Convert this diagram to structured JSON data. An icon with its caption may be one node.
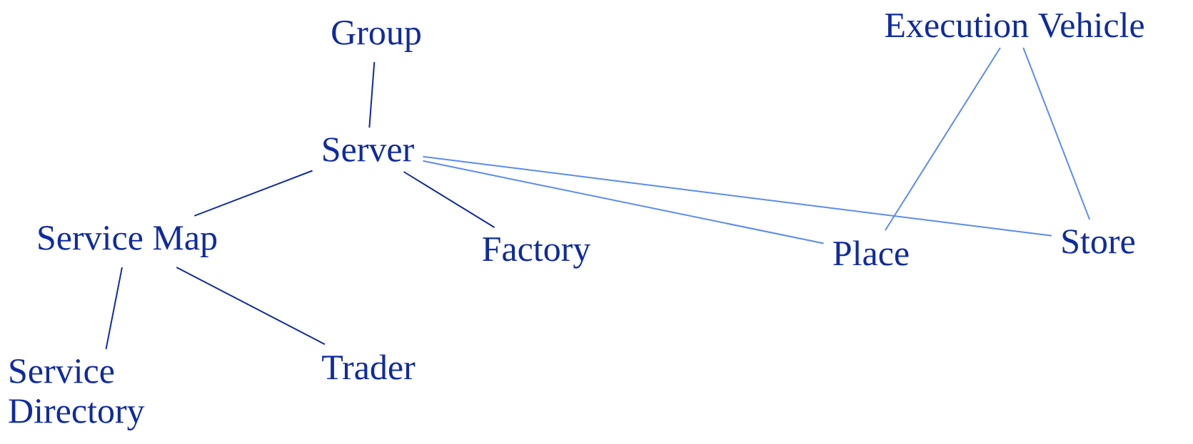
{
  "diagram": {
    "nodes": [
      {
        "text": [
          "Group"
        ]
      },
      {
        "text": [
          "Server"
        ]
      },
      {
        "text": [
          "Service Map"
        ]
      },
      {
        "text": [
          "Factory"
        ]
      },
      {
        "text": [
          "Place"
        ]
      },
      {
        "text": [
          "Store"
        ]
      },
      {
        "text": [
          "Execution Vehicle"
        ]
      },
      {
        "text": [
          "Service Directory"
        ]
      },
      {
        "text": [
          "Trader"
        ]
      }
    ],
    "edges": [
      {
        "from": 0,
        "to": 1,
        "arrow": "none"
      },
      {
        "from": 1,
        "to": 2,
        "arrow": "none"
      },
      {
        "from": 1,
        "to": 3,
        "arrow": "none"
      },
      {
        "from": 1,
        "to": 4,
        "arrow": "none",
        "color": "#5b8cf0"
      },
      {
        "from": 1,
        "to": 5,
        "arrow": "none",
        "color": "#5b8cf0"
      },
      {
        "from": 6,
        "to": 4,
        "arrow": "none",
        "color": "#5b8cf0"
      },
      {
        "from": 6,
        "to": 5,
        "arrow": "none",
        "color": "#5b8cf0"
      },
      {
        "from": 2,
        "to": 7,
        "arrow": "none"
      },
      {
        "from": 2,
        "to": 8,
        "arrow": "none"
      }
    ]
  }
}
